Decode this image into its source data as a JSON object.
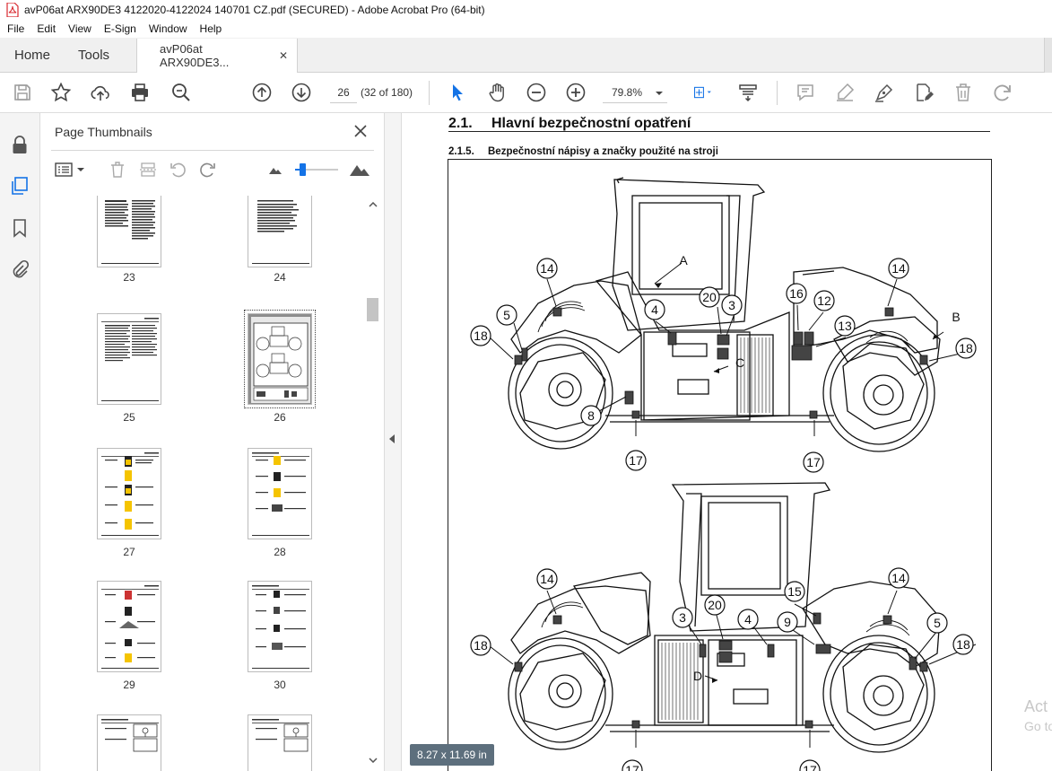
{
  "window": {
    "title": "avP06at ARX90DE3 4122020-4122024 140701 CZ.pdf (SECURED) - Adobe Acrobat Pro (64-bit)"
  },
  "menu": [
    "File",
    "Edit",
    "View",
    "E-Sign",
    "Window",
    "Help"
  ],
  "tabs": {
    "home": "Home",
    "tools": "Tools",
    "document": "avP06at ARX90DE3...",
    "close_symbol": "✕"
  },
  "toolbar": {
    "page_input": "26",
    "page_count": "(32 of 180)",
    "zoom": "79.8%"
  },
  "panel": {
    "title": "Page Thumbnails",
    "close_symbol": "✕"
  },
  "thumbnails": [
    {
      "page": "23"
    },
    {
      "page": "24"
    },
    {
      "page": "25"
    },
    {
      "page": "26"
    },
    {
      "page": "27"
    },
    {
      "page": "28"
    },
    {
      "page": "29"
    },
    {
      "page": "30"
    }
  ],
  "document": {
    "section_number": "2.1.",
    "section_title": "Hlavní bezpečnostní opatření",
    "subsection_number": "2.1.5.",
    "subsection_title": "Bezpečnostní nápisy a značky použité na stroji",
    "callouts_top": [
      "14",
      "5",
      "18",
      "4",
      "20",
      "3",
      "16",
      "12",
      "13",
      "14",
      "18",
      "8",
      "17",
      "17"
    ],
    "letters_top": [
      "A",
      "B",
      "C"
    ],
    "callouts_bottom": [
      "14",
      "18",
      "3",
      "20",
      "4",
      "15",
      "9",
      "14",
      "5",
      "18",
      "17",
      "17"
    ],
    "letters_bottom": [
      "D"
    ]
  },
  "status": {
    "page_size": "8.27 x 11.69 in"
  },
  "watermark": {
    "line1": "Act",
    "line2": "Go to"
  },
  "colors": {
    "acrobat_red": "#d8282f",
    "accent_blue": "#1473e6",
    "selected_blue": "#2c5aa0"
  }
}
